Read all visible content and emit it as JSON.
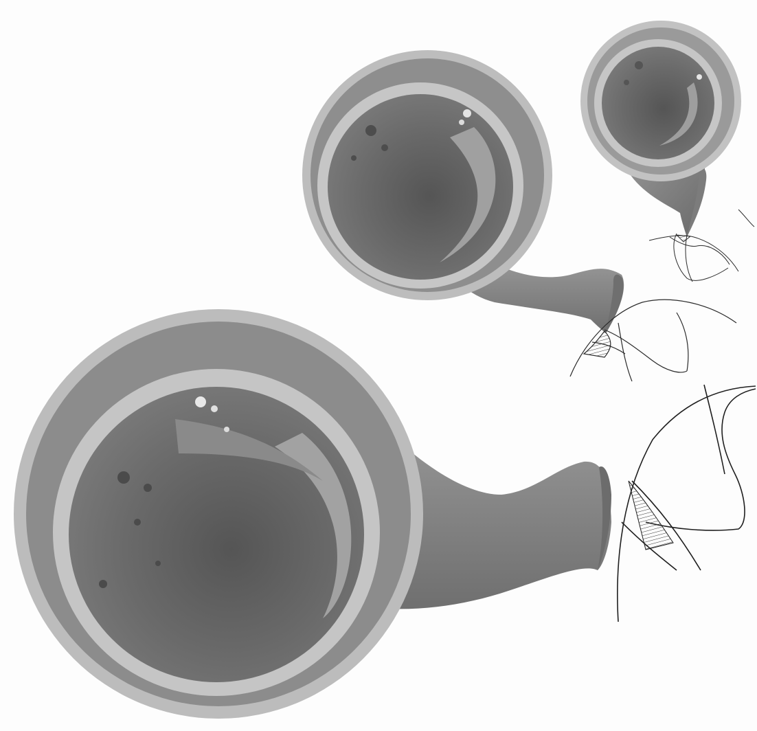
{
  "scene": {
    "kind": "grayscale illustration",
    "background_color": "#fdfdfd",
    "objects": [
      {
        "name": "large-funnel-tube",
        "icon": "funnel-tube-icon"
      },
      {
        "name": "medium-funnel-tube",
        "icon": "funnel-tube-icon"
      },
      {
        "name": "small-funnel-tube",
        "icon": "funnel-tube-icon"
      },
      {
        "name": "large-wireframe-saddle",
        "icon": "saddle-wireframe-icon"
      },
      {
        "name": "medium-wireframe-saddle",
        "icon": "saddle-wireframe-icon"
      },
      {
        "name": "small-wireframe-saddle",
        "icon": "saddle-wireframe-icon"
      }
    ],
    "colors": {
      "outer_rim": "#bdbdbd",
      "band": "#8f8f8f",
      "inner_ring": "#c4c4c4",
      "interior": "#6e6e6e",
      "interior_dark": "#4a4a4a",
      "highlight": "#9c9c9c",
      "line": "#2a2a2a"
    }
  }
}
